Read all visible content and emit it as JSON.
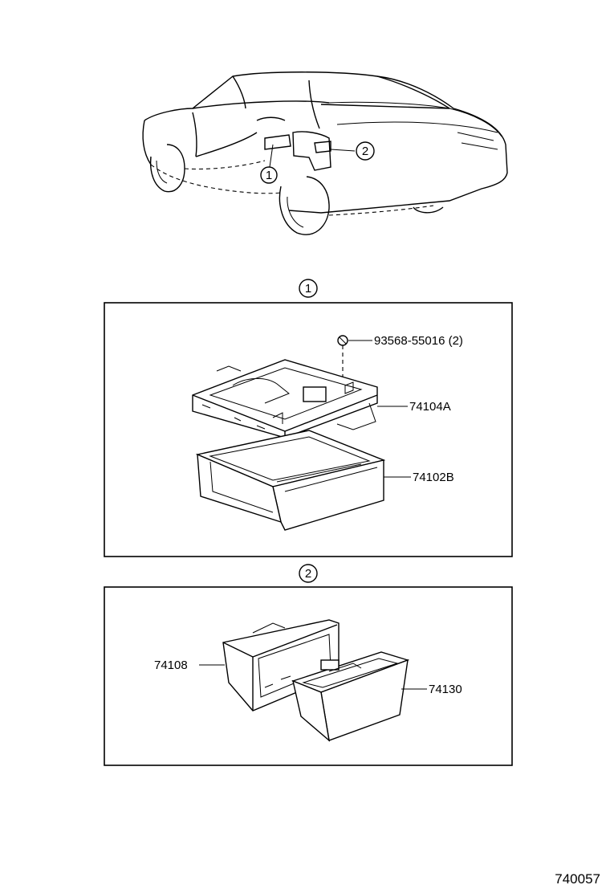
{
  "diagram": {
    "car_callouts": [
      "1",
      "2"
    ],
    "section1": {
      "marker": "1",
      "parts": {
        "screw": "93568-55016 (2)",
        "frame": "74104A",
        "drawer": "74102B"
      }
    },
    "section2": {
      "marker": "2",
      "parts": {
        "housing": "74108",
        "tray": "74130"
      }
    },
    "figure_code": "740057"
  }
}
